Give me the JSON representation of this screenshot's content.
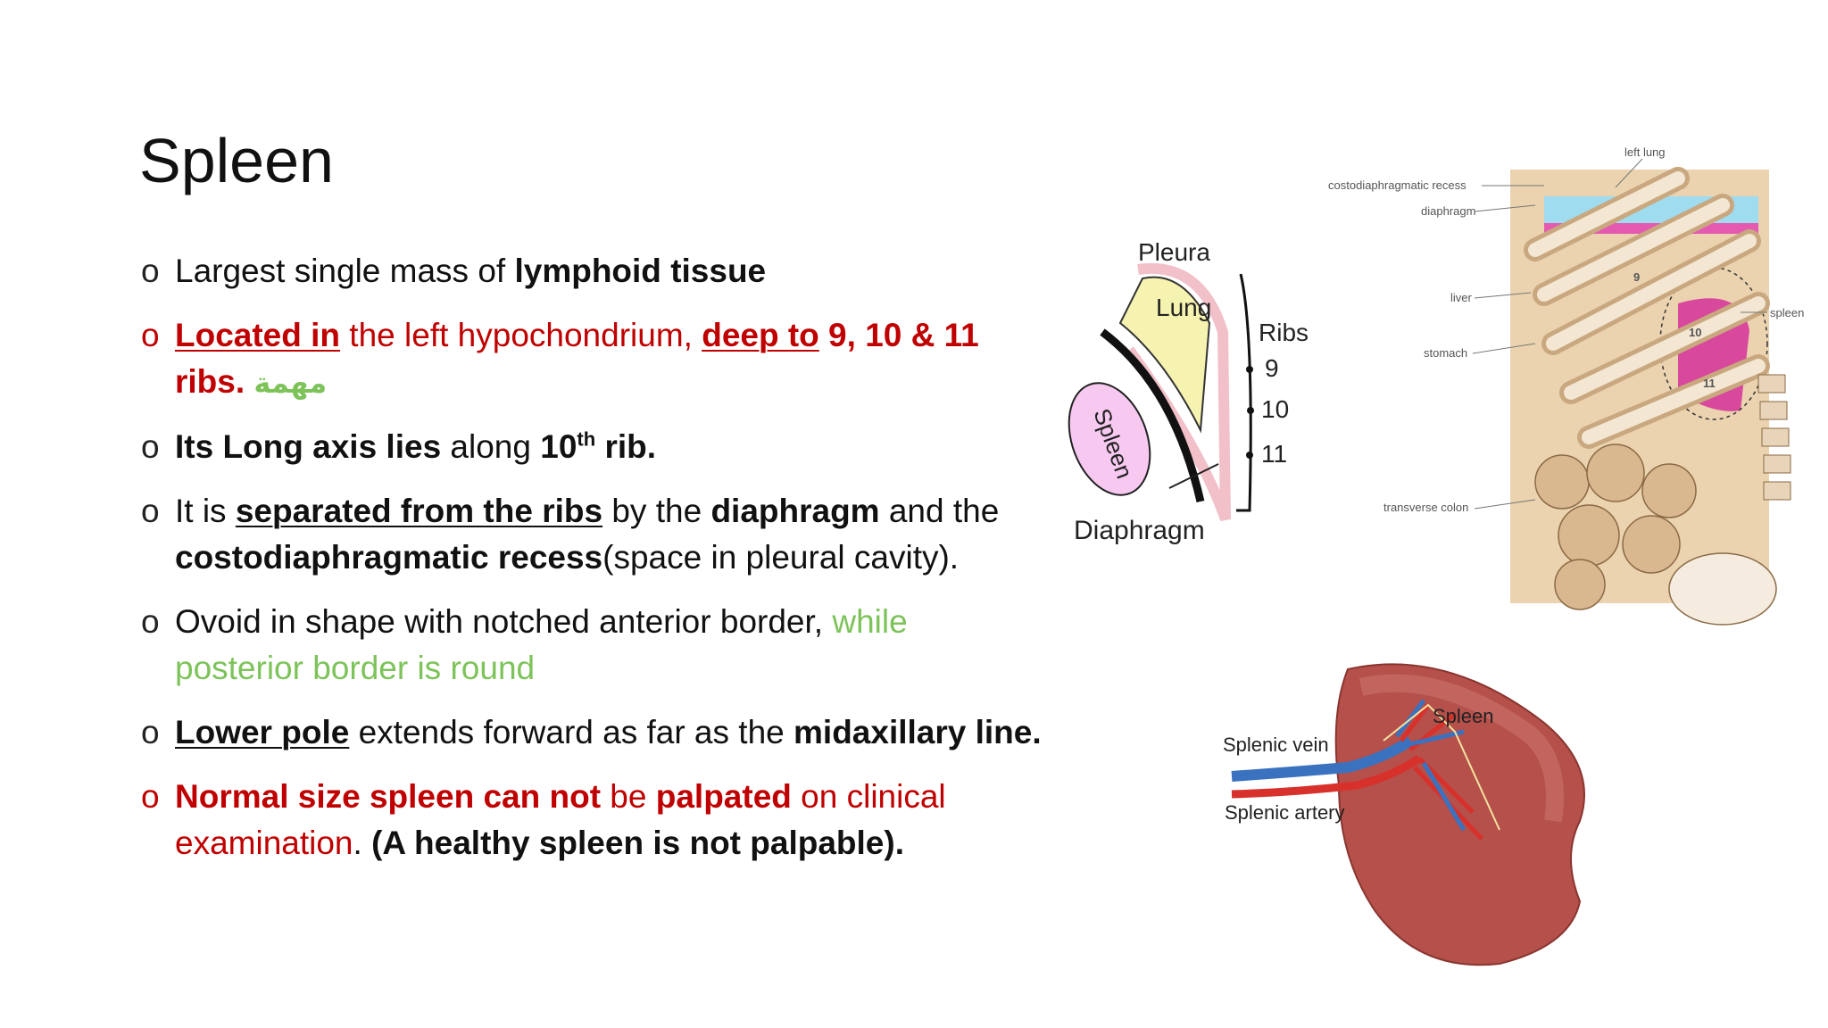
{
  "slide": {
    "title": "Spleen",
    "b1": {
      "t1": "Largest single mass of ",
      "t2": "lymphoid tissue"
    },
    "b2": {
      "t1": "Located in",
      "t2": " the left hypochondrium, ",
      "t3": "deep to",
      "t4": " 9, 10 & 11",
      "t5": "ribs.",
      "t6": "مهمة"
    },
    "b3": {
      "t1": "Its Long axis lies",
      "t2": " along ",
      "t3": "10",
      "t4": "th",
      "t5": " rib."
    },
    "b4": {
      "t1": "It is ",
      "t2": "separated from the ribs",
      "t3": " by the ",
      "t4": "diaphragm",
      "t5": " and the ",
      "t6": "costodiaphragmatic recess",
      "t7": "(space in pleural cavity)."
    },
    "b5": {
      "t1": "Ovoid in shape with notched anterior border, ",
      "t2": "while posterior border is round"
    },
    "b6": {
      "t1": "Lower pole",
      "t2": " extends forward as far as the ",
      "t3": "midaxillary line."
    },
    "b7": {
      "t1": "Normal size spleen can not",
      "t2": " be ",
      "t3": "palpated",
      "t4": " on clinical examination",
      "t5": ". ",
      "t6": "(A healthy spleen is not palpable)."
    },
    "bullet_char": "o"
  },
  "figure1": {
    "pleura": "Pleura",
    "lung": "Lung",
    "ribs": "Ribs",
    "r9": "9",
    "r10": "10",
    "r11": "11",
    "spleen": "Spleen",
    "diaphragm": "Diaphragm"
  },
  "figure2": {
    "left_lung": "left lung",
    "costo": "costodiaphragmatic recess",
    "diaphragm": "diaphragm",
    "liver": "liver",
    "stomach": "stomach",
    "spleen": "spleen",
    "transverse_colon": "transverse colon",
    "n9": "9",
    "n10": "10",
    "n11": "11"
  },
  "figure3": {
    "spleen": "Spleen",
    "vein": "Splenic vein",
    "artery": "Splenic artery"
  },
  "colors": {
    "red": "#c00000",
    "green": "#7dc35a",
    "text": "#111111"
  }
}
